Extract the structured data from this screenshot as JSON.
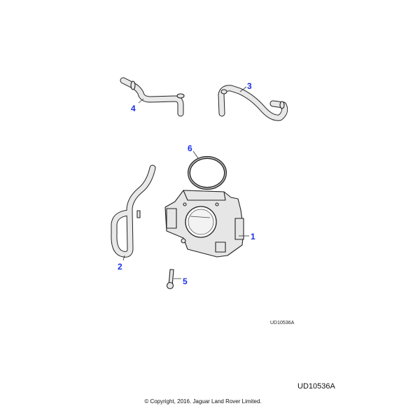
{
  "diagram": {
    "callouts": [
      {
        "label": "1",
        "part": "throttle-body"
      },
      {
        "label": "2",
        "part": "hose"
      },
      {
        "label": "3",
        "part": "hose"
      },
      {
        "label": "4",
        "part": "hose"
      },
      {
        "label": "5",
        "part": "bolt"
      },
      {
        "label": "6",
        "part": "seal-ring"
      }
    ],
    "illustration_code": "UD10536A"
  },
  "footer": {
    "code": "UD10536A",
    "copyright": "© Copyright, 2016. Jaguar Land Rover Limited."
  },
  "colors": {
    "callout": "#1a2ee8",
    "line_art": "#222222"
  }
}
